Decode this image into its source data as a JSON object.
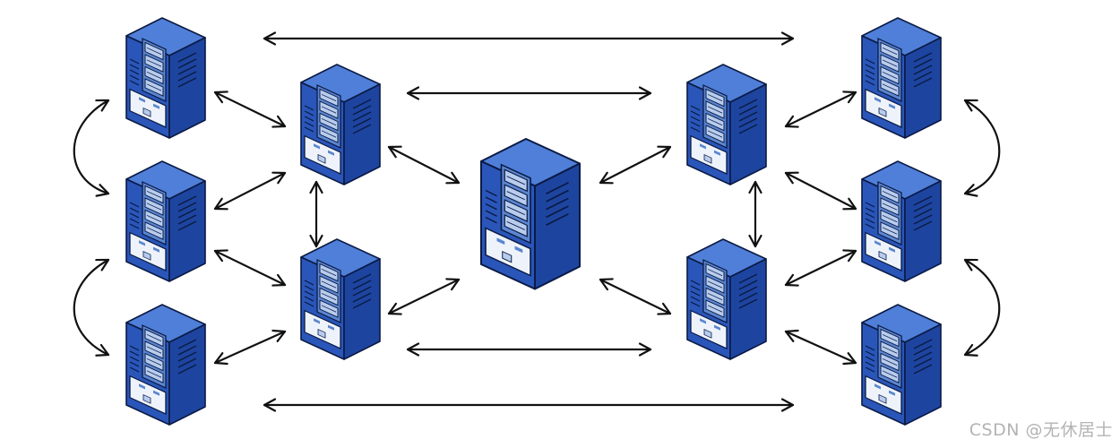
{
  "diagram": {
    "watermark": "CSDN @无休居士",
    "colors": {
      "server_top": "#4f7fd8",
      "server_left": "#2a56b9",
      "server_right": "#1d45a0",
      "panel": "#eef3fb",
      "drive_bay": "#5b86d0",
      "drive_light": "#b8cdee",
      "outline": "#0b1a44",
      "arrow": "#111111",
      "watermark": "#b3b3b3"
    },
    "nodes": [
      {
        "id": "central-server",
        "name": "central-server",
        "role": "central"
      },
      {
        "id": "left-outer-top",
        "name": "server-left-outer-top",
        "role": "outer"
      },
      {
        "id": "left-outer-mid",
        "name": "server-left-outer-middle",
        "role": "outer"
      },
      {
        "id": "left-outer-bot",
        "name": "server-left-outer-bottom",
        "role": "outer"
      },
      {
        "id": "left-inner-top",
        "name": "server-left-inner-top",
        "role": "inner"
      },
      {
        "id": "left-inner-bot",
        "name": "server-left-inner-bottom",
        "role": "inner"
      },
      {
        "id": "right-inner-top",
        "name": "server-right-inner-top",
        "role": "inner"
      },
      {
        "id": "right-inner-bot",
        "name": "server-right-inner-bottom",
        "role": "inner"
      },
      {
        "id": "right-outer-top",
        "name": "server-right-outer-top",
        "role": "outer"
      },
      {
        "id": "right-outer-mid",
        "name": "server-right-outer-middle",
        "role": "outer"
      },
      {
        "id": "right-outer-bot",
        "name": "server-right-outer-bottom",
        "role": "outer"
      }
    ],
    "edges": [
      {
        "from": "left-outer-top",
        "to": "right-outer-top",
        "direction": "both",
        "style": "straight"
      },
      {
        "from": "left-outer-bot",
        "to": "right-outer-bot",
        "direction": "both",
        "style": "straight"
      },
      {
        "from": "left-inner-top",
        "to": "right-inner-top",
        "direction": "both",
        "style": "straight"
      },
      {
        "from": "left-inner-bot",
        "to": "right-inner-bot",
        "direction": "both",
        "style": "straight"
      },
      {
        "from": "left-outer-top",
        "to": "left-inner-top",
        "direction": "both",
        "style": "straight"
      },
      {
        "from": "left-outer-mid",
        "to": "left-inner-top",
        "direction": "both",
        "style": "straight"
      },
      {
        "from": "left-outer-mid",
        "to": "left-inner-bot",
        "direction": "both",
        "style": "straight"
      },
      {
        "from": "left-outer-bot",
        "to": "left-inner-bot",
        "direction": "both",
        "style": "straight"
      },
      {
        "from": "left-inner-top",
        "to": "left-inner-bot",
        "direction": "both",
        "style": "straight"
      },
      {
        "from": "left-inner-top",
        "to": "central-server",
        "direction": "both",
        "style": "straight"
      },
      {
        "from": "left-inner-bot",
        "to": "central-server",
        "direction": "both",
        "style": "straight"
      },
      {
        "from": "right-inner-top",
        "to": "central-server",
        "direction": "both",
        "style": "straight"
      },
      {
        "from": "right-inner-bot",
        "to": "central-server",
        "direction": "both",
        "style": "straight"
      },
      {
        "from": "right-inner-top",
        "to": "right-inner-bot",
        "direction": "both",
        "style": "straight"
      },
      {
        "from": "right-outer-top",
        "to": "right-inner-top",
        "direction": "both",
        "style": "straight"
      },
      {
        "from": "right-outer-mid",
        "to": "right-inner-top",
        "direction": "both",
        "style": "straight"
      },
      {
        "from": "right-outer-mid",
        "to": "right-inner-bot",
        "direction": "both",
        "style": "straight"
      },
      {
        "from": "right-outer-bot",
        "to": "right-inner-bot",
        "direction": "both",
        "style": "straight"
      },
      {
        "from": "left-outer-top",
        "to": "left-outer-mid",
        "direction": "both",
        "style": "curved"
      },
      {
        "from": "left-outer-mid",
        "to": "left-outer-bot",
        "direction": "both",
        "style": "curved"
      },
      {
        "from": "right-outer-top",
        "to": "right-outer-mid",
        "direction": "both",
        "style": "curved"
      },
      {
        "from": "right-outer-mid",
        "to": "right-outer-bot",
        "direction": "both",
        "style": "curved"
      }
    ]
  }
}
